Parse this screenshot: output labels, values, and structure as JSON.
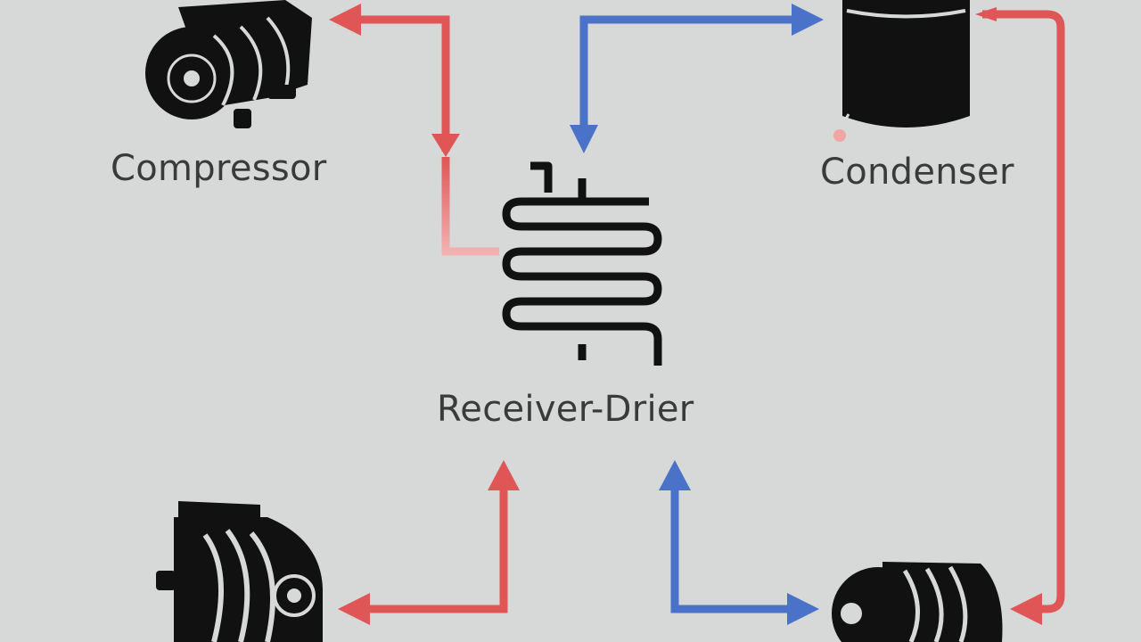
{
  "labels": {
    "compressor": "Compressor",
    "condenser": "Condenser",
    "receiver_drier": "Receiver-Drier"
  },
  "colors": {
    "background": "#d7d8d8",
    "hot_line": "#e05555",
    "hot_line_faded": "#f0a5a5",
    "cold_line": "#4a72c8",
    "component": "#111111",
    "text": "#3a3a3a"
  }
}
